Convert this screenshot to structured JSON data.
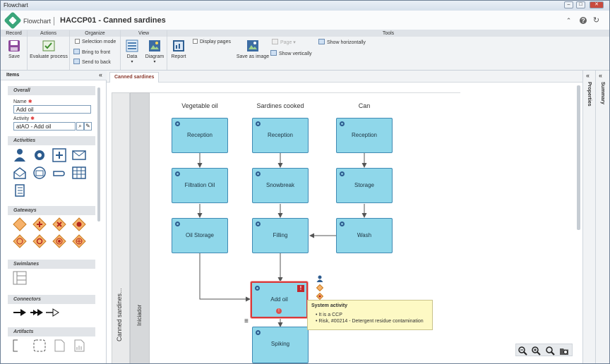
{
  "window": {
    "title": "Flowchart",
    "controls": {
      "minimize": "–",
      "maximize": "□",
      "close": "✕"
    }
  },
  "header": {
    "app_name": "Flowchart",
    "doc_title": "HACCP01 - Canned sardines",
    "icons": [
      "collapse-icon",
      "help-icon",
      "refresh-icon"
    ]
  },
  "ribbon": {
    "groups": [
      {
        "label": "Record"
      },
      {
        "label": "Actions"
      },
      {
        "label": "Organize"
      },
      {
        "label": "View"
      },
      {
        "label": "Tools"
      }
    ],
    "save": "Save",
    "evaluate_process": "Evaluate process",
    "selection_mode": "Selection mode",
    "bring_to_front": "Bring to front",
    "send_to_back": "Send to back",
    "data": "Data",
    "diagram": "Diagram",
    "report": "Report",
    "display_pages": "Display pages",
    "page": "Page",
    "save_as_image": "Save as image",
    "show_horizontally": "Show horizontally",
    "show_vertically": "Show vertically"
  },
  "items_panel": {
    "title": "Items",
    "collapse": "«",
    "overall": {
      "title": "Overall",
      "name_label": "Name",
      "name_value": "Add oil",
      "activity_label": "Activity",
      "activity_value": "atAO - Add oil",
      "required_mark": "✱"
    },
    "sections": {
      "activities": "Activities",
      "gateways": "Gateways",
      "swimlanes": "Swimlanes",
      "connectors": "Connectors",
      "artifacts": "Artifacts"
    }
  },
  "tabs": [
    {
      "label": "Canned sardines"
    }
  ],
  "diagram": {
    "pool_label": "Canned sardines...",
    "lane_label": "Iniciador",
    "columns": [
      "Vegetable oil",
      "Sardines cooked",
      "Can"
    ],
    "nodes": {
      "veg_reception": "Reception",
      "veg_filtration": "Filtration Oil",
      "veg_storage": "Oil Storage",
      "sar_reception": "Reception",
      "sar_snowbreak": "Snowbreak",
      "sar_filling": "Filling",
      "can_reception": "Reception",
      "can_storage": "Storage",
      "can_wash": "Wash",
      "add_oil": "Add oil",
      "spiking": "Spiking"
    },
    "error_badge": "!",
    "small_badge": "!"
  },
  "tooltip": {
    "title": "System activity",
    "items": [
      "It is a CCP",
      "Risk, #00214 - Detergent residue contamination"
    ]
  },
  "right_panels": {
    "properties": "Properties",
    "summary": "Summary",
    "collapse": "«"
  },
  "colors": {
    "node_fill": "#8fd7ea",
    "node_border": "#3f89b3",
    "selected_border": "#d93a3a",
    "tooltip_bg": "#fdf9c4",
    "tab_text": "#8b3a2f"
  }
}
